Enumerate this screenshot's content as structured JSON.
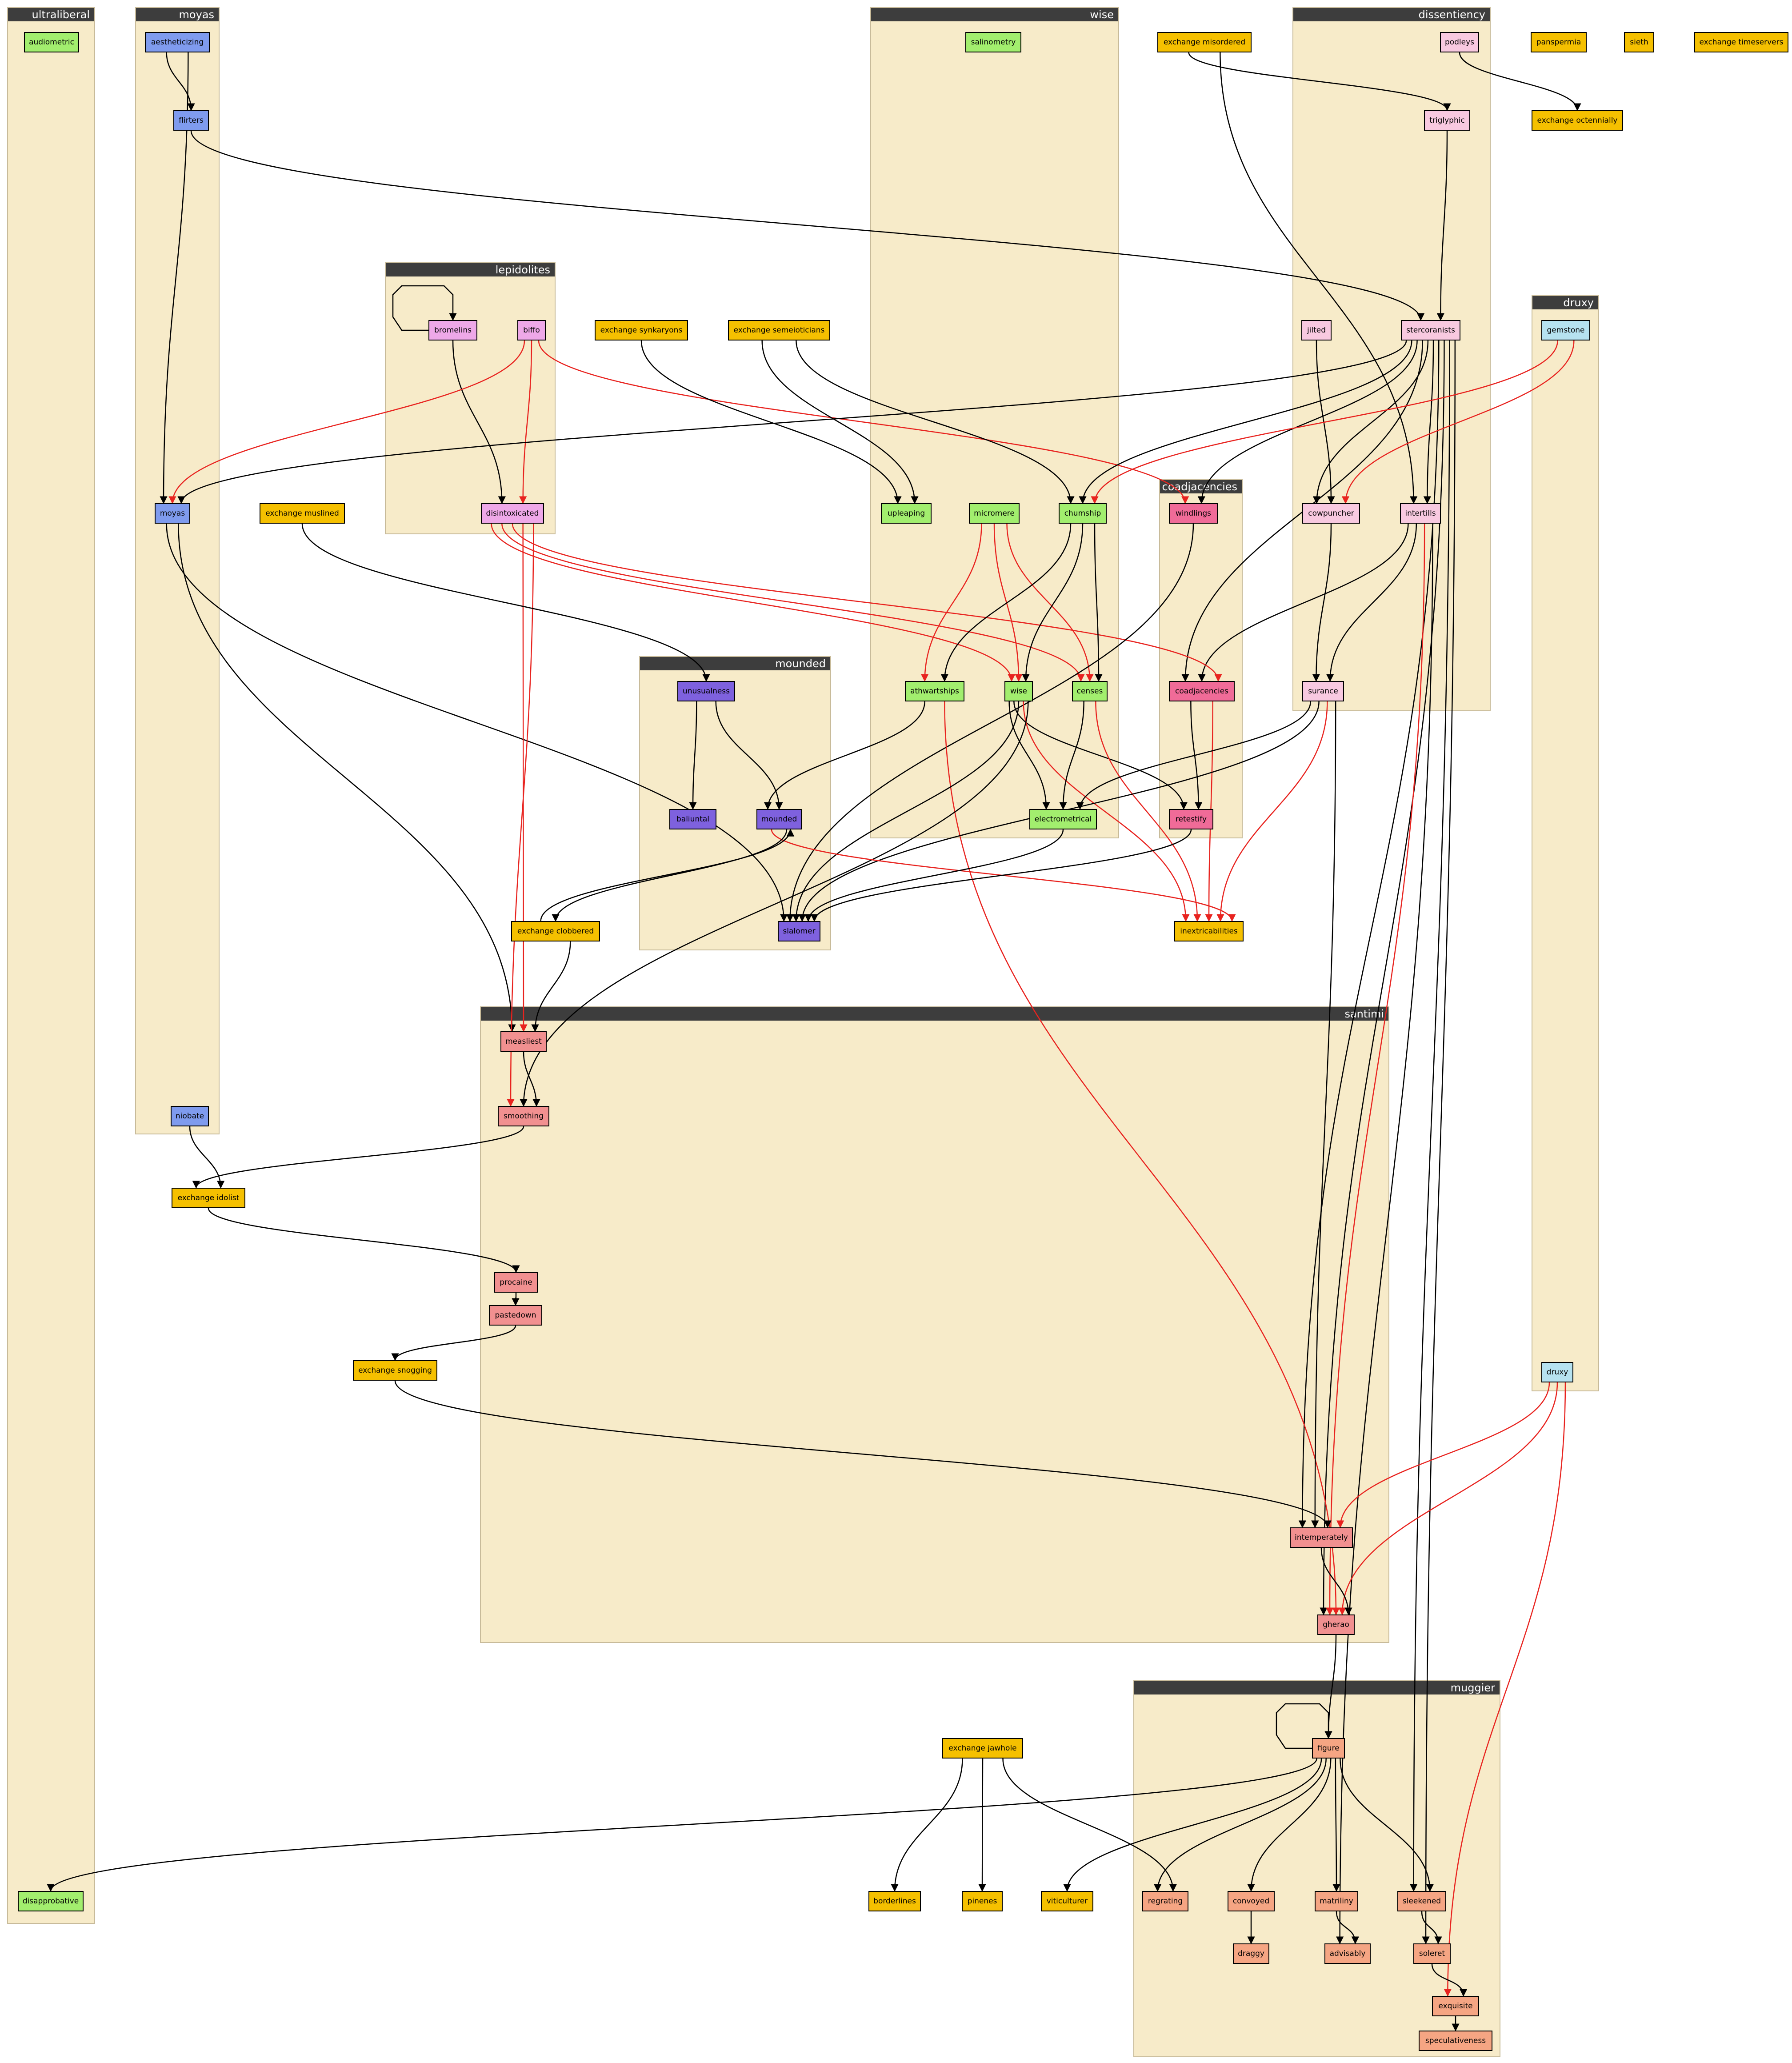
{
  "colors": {
    "cluster_fill": "#f7ebc9",
    "cluster_header": "#3d3d3d",
    "edge_black": "#000000",
    "edge_red": "#e8231f",
    "exchange": "#f5c000",
    "green": "#a2ee6e",
    "blue": "#7f9bee",
    "pink_light": "#f8c9e0",
    "pink": "#eea8e8",
    "magenta": "#f06b98",
    "purple": "#7e61de",
    "salmon": "#f19090",
    "peach": "#f5a583",
    "sky": "#b6e2f0"
  },
  "clusters": {
    "ultraliberal": "ultraliberal",
    "moyas": "moyas",
    "lepidolites": "lepidolites",
    "wise": "wise",
    "dissentiency": "dissentiency",
    "druxy": "druxy",
    "coadjacencies": "coadjacencies",
    "mounded": "mounded",
    "santimi": "santimi",
    "muggier": "muggier"
  },
  "nodes": {
    "audiometric": "audiometric",
    "aestheticizing": "aestheticizing",
    "flirters": "flirters",
    "moyas": "moyas",
    "niobate": "niobate",
    "bromelins": "bromelins",
    "biffo": "biffo",
    "disintoxicated": "disintoxicated",
    "exchange_synkaryons": "exchange synkaryons",
    "exchange_semeioticians": "exchange semeioticians",
    "exchange_muslined": "exchange muslined",
    "salinometry": "salinometry",
    "upleaping": "upleaping",
    "micromere": "micromere",
    "chumship": "chumship",
    "athwartships": "athwartships",
    "wise": "wise",
    "censes": "censes",
    "electrometrical": "electrometrical",
    "exchange_misordered": "exchange misordered",
    "podleys": "podleys",
    "triglyphic": "triglyphic",
    "jilted": "jilted",
    "stercoranists": "stercoranists",
    "cowpuncher": "cowpuncher",
    "intertills": "intertills",
    "surance": "surance",
    "panspermia": "panspermia",
    "sieth": "sieth",
    "exchange_timeservers": "exchange timeservers",
    "exchange_octennially": "exchange octennially",
    "gemstone": "gemstone",
    "druxy": "druxy",
    "windlings": "windlings",
    "coadjacencies": "coadjacencies",
    "retestify": "retestify",
    "inextricabilities": "inextricabilities",
    "unusualness": "unusualness",
    "baliuntal": "baliuntal",
    "mounded": "mounded",
    "slalomer": "slalomer",
    "exchange_clobbered": "exchange clobbered",
    "measliest": "measliest",
    "smoothing": "smoothing",
    "exchange_idolist": "exchange idolist",
    "procaine": "procaine",
    "pastedown": "pastedown",
    "exchange_snogging": "exchange snogging",
    "intemperately": "intemperately",
    "gherao": "gherao",
    "exchange_jawhole": "exchange jawhole",
    "figure": "figure",
    "disapprobative": "disapprobative",
    "borderlines": "borderlines",
    "pinenes": "pinenes",
    "viticulturer": "viticulturer",
    "regrating": "regrating",
    "convoyed": "convoyed",
    "matriliny": "matriliny",
    "sleekened": "sleekened",
    "draggy": "draggy",
    "advisably": "advisably",
    "soleret": "soleret",
    "exquisite": "exquisite",
    "speculativeness": "speculativeness"
  },
  "edges": [
    {
      "from": "aestheticizing",
      "to": "flirters",
      "color": "black"
    },
    {
      "from": "aestheticizing",
      "to": "moyas",
      "color": "black"
    },
    {
      "from": "flirters",
      "to": "stercoranists",
      "color": "black"
    },
    {
      "from": "bromelins",
      "to": "bromelins",
      "color": "black"
    },
    {
      "from": "bromelins",
      "to": "disintoxicated",
      "color": "black"
    },
    {
      "from": "biffo",
      "to": "moyas",
      "color": "red"
    },
    {
      "from": "biffo",
      "to": "disintoxicated",
      "color": "red"
    },
    {
      "from": "biffo",
      "to": "windlings",
      "color": "red"
    },
    {
      "from": "exchange_synkaryons",
      "to": "upleaping",
      "color": "black"
    },
    {
      "from": "exchange_semeioticians",
      "to": "upleaping",
      "color": "black"
    },
    {
      "from": "exchange_semeioticians",
      "to": "chumship",
      "color": "black"
    },
    {
      "from": "exchange_misordered",
      "to": "triglyphic",
      "color": "black"
    },
    {
      "from": "exchange_misordered",
      "to": "intertills",
      "color": "black"
    },
    {
      "from": "podleys",
      "to": "exchange_octennially",
      "color": "black"
    },
    {
      "from": "triglyphic",
      "to": "stercoranists",
      "color": "black"
    },
    {
      "from": "stercoranists",
      "to": "moyas",
      "color": "black"
    },
    {
      "from": "stercoranists",
      "to": "chumship",
      "color": "black"
    },
    {
      "from": "stercoranists",
      "to": "windlings",
      "color": "black"
    },
    {
      "from": "stercoranists",
      "to": "coadjacencies",
      "color": "black"
    },
    {
      "from": "stercoranists",
      "to": "cowpuncher",
      "color": "black"
    },
    {
      "from": "stercoranists",
      "to": "intertills",
      "color": "black"
    },
    {
      "from": "stercoranists",
      "to": "intemperately",
      "color": "black"
    },
    {
      "from": "stercoranists",
      "to": "gherao",
      "color": "black"
    },
    {
      "from": "stercoranists",
      "to": "sleekened",
      "color": "black"
    },
    {
      "from": "stercoranists",
      "to": "soleret",
      "color": "black"
    },
    {
      "from": "jilted",
      "to": "cowpuncher",
      "color": "black"
    },
    {
      "from": "gemstone",
      "to": "chumship",
      "color": "red"
    },
    {
      "from": "gemstone",
      "to": "cowpuncher",
      "color": "red"
    },
    {
      "from": "cowpuncher",
      "to": "surance",
      "color": "black"
    },
    {
      "from": "intertills",
      "to": "coadjacencies",
      "color": "black"
    },
    {
      "from": "intertills",
      "to": "surance",
      "color": "black"
    },
    {
      "from": "intertills",
      "to": "gherao",
      "color": "red"
    },
    {
      "from": "intertills",
      "to": "advisably",
      "color": "black"
    },
    {
      "from": "moyas",
      "to": "slalomer",
      "color": "black"
    },
    {
      "from": "moyas",
      "to": "measliest",
      "color": "black"
    },
    {
      "from": "disintoxicated",
      "to": "wise",
      "color": "red"
    },
    {
      "from": "disintoxicated",
      "to": "censes",
      "color": "red"
    },
    {
      "from": "disintoxicated",
      "to": "coadjacencies",
      "color": "red"
    },
    {
      "from": "disintoxicated",
      "to": "measliest",
      "color": "red"
    },
    {
      "from": "disintoxicated",
      "to": "smoothing",
      "color": "red"
    },
    {
      "from": "exchange_muslined",
      "to": "unusualness",
      "color": "black"
    },
    {
      "from": "micromere",
      "to": "athwartships",
      "color": "red"
    },
    {
      "from": "micromere",
      "to": "wise",
      "color": "red"
    },
    {
      "from": "micromere",
      "to": "censes",
      "color": "red"
    },
    {
      "from": "chumship",
      "to": "athwartships",
      "color": "black"
    },
    {
      "from": "chumship",
      "to": "wise",
      "color": "black"
    },
    {
      "from": "chumship",
      "to": "censes",
      "color": "black"
    },
    {
      "from": "windlings",
      "to": "slalomer",
      "color": "black"
    },
    {
      "from": "athwartships",
      "to": "mounded",
      "color": "black"
    },
    {
      "from": "athwartships",
      "to": "gherao",
      "color": "red"
    },
    {
      "from": "wise",
      "to": "electrometrical",
      "color": "black"
    },
    {
      "from": "wise",
      "to": "retestify",
      "color": "black"
    },
    {
      "from": "wise",
      "to": "slalomer",
      "color": "black"
    },
    {
      "from": "wise",
      "to": "inextricabilities",
      "color": "red"
    },
    {
      "from": "wise",
      "to": "smoothing",
      "color": "black"
    },
    {
      "from": "censes",
      "to": "electrometrical",
      "color": "black"
    },
    {
      "from": "censes",
      "to": "inextricabilities",
      "color": "red"
    },
    {
      "from": "coadjacencies",
      "to": "retestify",
      "color": "black"
    },
    {
      "from": "coadjacencies",
      "to": "inextricabilities",
      "color": "red"
    },
    {
      "from": "surance",
      "to": "electrometrical",
      "color": "black"
    },
    {
      "from": "surance",
      "to": "slalomer",
      "color": "black"
    },
    {
      "from": "surance",
      "to": "inextricabilities",
      "color": "red"
    },
    {
      "from": "surance",
      "to": "intemperately",
      "color": "black"
    },
    {
      "from": "unusualness",
      "to": "baliuntal",
      "color": "black"
    },
    {
      "from": "unusualness",
      "to": "mounded",
      "color": "black"
    },
    {
      "from": "mounded",
      "to": "inextricabilities",
      "color": "red"
    },
    {
      "from": "exchange_clobbered",
      "to": "mounded",
      "color": "black"
    },
    {
      "from": "mounded",
      "to": "exchange_clobbered",
      "color": "black"
    },
    {
      "from": "exchange_clobbered",
      "to": "measliest",
      "color": "black"
    },
    {
      "from": "electrometrical",
      "to": "slalomer",
      "color": "black"
    },
    {
      "from": "retestify",
      "to": "slalomer",
      "color": "black"
    },
    {
      "from": "measliest",
      "to": "smoothing",
      "color": "black"
    },
    {
      "from": "smoothing",
      "to": "exchange_idolist",
      "color": "black"
    },
    {
      "from": "niobate",
      "to": "exchange_idolist",
      "color": "black"
    },
    {
      "from": "exchange_idolist",
      "to": "procaine",
      "color": "black"
    },
    {
      "from": "procaine",
      "to": "pastedown",
      "color": "black"
    },
    {
      "from": "pastedown",
      "to": "exchange_snogging",
      "color": "black"
    },
    {
      "from": "exchange_snogging",
      "to": "intemperately",
      "color": "black"
    },
    {
      "from": "druxy",
      "to": "intemperately",
      "color": "red"
    },
    {
      "from": "druxy",
      "to": "gherao",
      "color": "red"
    },
    {
      "from": "druxy",
      "to": "exquisite",
      "color": "red"
    },
    {
      "from": "intemperately",
      "to": "gherao",
      "color": "black"
    },
    {
      "from": "gherao",
      "to": "figure",
      "color": "black"
    },
    {
      "from": "figure",
      "to": "figure",
      "color": "black"
    },
    {
      "from": "figure",
      "to": "disapprobative",
      "color": "black"
    },
    {
      "from": "figure",
      "to": "viticulturer",
      "color": "black"
    },
    {
      "from": "figure",
      "to": "regrating",
      "color": "black"
    },
    {
      "from": "figure",
      "to": "convoyed",
      "color": "black"
    },
    {
      "from": "figure",
      "to": "matriliny",
      "color": "black"
    },
    {
      "from": "figure",
      "to": "sleekened",
      "color": "black"
    },
    {
      "from": "exchange_jawhole",
      "to": "borderlines",
      "color": "black"
    },
    {
      "from": "exchange_jawhole",
      "to": "pinenes",
      "color": "black"
    },
    {
      "from": "exchange_jawhole",
      "to": "regrating",
      "color": "black"
    },
    {
      "from": "convoyed",
      "to": "draggy",
      "color": "black"
    },
    {
      "from": "matriliny",
      "to": "advisably",
      "color": "black"
    },
    {
      "from": "sleekened",
      "to": "soleret",
      "color": "black"
    },
    {
      "from": "soleret",
      "to": "exquisite",
      "color": "black"
    },
    {
      "from": "exquisite",
      "to": "speculativeness",
      "color": "black"
    }
  ]
}
